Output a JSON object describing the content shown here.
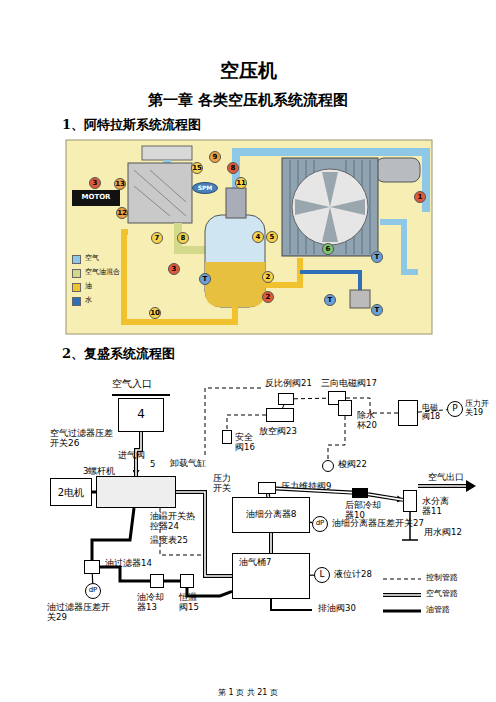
{
  "diagram": {
    "title": "空压机",
    "nodes": [
      {
        "text": [
          "MOTOR"
        ]
      },
      {
        "text": [
          "SPM"
        ]
      },
      {
        "text": [
          "4"
        ]
      },
      {
        "text": [
          "反比例阀21"
        ]
      },
      {
        "text": [
          "三向电磁阀17"
        ]
      },
      {
        "text": [
          "电磁阀18"
        ]
      },
      {
        "text": [
          "P",
          "压力开关19"
        ]
      },
      {
        "text": [
          "放空阀23"
        ]
      },
      {
        "text": [
          "除水杯20"
        ]
      },
      {
        "text": [
          "安全阀16"
        ]
      },
      {
        "text": [
          "梭阀22"
        ]
      },
      {
        "text": [
          "2电机"
        ]
      },
      {
        "text": [
          "3螺杆机"
        ]
      },
      {
        "text": [
          "压力维持阀9"
        ]
      },
      {
        "text": [
          "后部冷却器10"
        ]
      },
      {
        "text": [
          "水分离器11"
        ]
      },
      {
        "text": [
          "油细分离器8"
        ]
      },
      {
        "text": [
          "dP",
          "油细分离器压差开关27"
        ]
      },
      {
        "text": [
          "油过滤器14"
        ]
      },
      {
        "text": [
          "油冷却器13"
        ]
      },
      {
        "text": [
          "恒温阀15"
        ]
      },
      {
        "text": [
          "dP",
          "油过滤器压差开关29"
        ]
      },
      {
        "text": [
          "油气桶7"
        ]
      },
      {
        "text": [
          "L",
          "液位计28"
        ]
      }
    ],
    "edges": [
      {
        "from": 2,
        "to": 12,
        "arrow": "to"
      },
      {
        "from": 11,
        "to": 12,
        "arrow": "none"
      },
      {
        "from": 12,
        "to": 22,
        "arrow": "none"
      },
      {
        "from": 22,
        "to": 16,
        "arrow": "none"
      },
      {
        "from": 16,
        "to": 13,
        "arrow": "none"
      },
      {
        "from": 13,
        "to": 14,
        "arrow": "none"
      },
      {
        "from": 14,
        "to": 15,
        "arrow": "to"
      },
      {
        "from": 22,
        "to": 20,
        "arrow": "none"
      },
      {
        "from": 20,
        "to": 19,
        "arrow": "none"
      },
      {
        "from": 19,
        "to": 18,
        "arrow": "none"
      },
      {
        "from": 18,
        "to": 12,
        "arrow": "none"
      },
      {
        "from": 21,
        "to": 18,
        "arrow": "none"
      },
      {
        "from": 23,
        "to": 22,
        "arrow": "none"
      },
      {
        "from": 17,
        "to": 16,
        "arrow": "none"
      },
      {
        "from": 3,
        "to": 4,
        "arrow": "none"
      },
      {
        "from": 4,
        "to": 5,
        "arrow": "none"
      },
      {
        "from": 5,
        "to": 6,
        "arrow": "none"
      },
      {
        "from": 3,
        "to": 7,
        "arrow": "none"
      },
      {
        "from": 8,
        "to": 10,
        "arrow": "none"
      },
      {
        "from": 7,
        "to": 9,
        "arrow": "none"
      }
    ],
    "labels": [
      "第一章 各类空压机系统流程图",
      "1、阿特拉斯系统流程图",
      "9",
      "15",
      "8",
      "11",
      "3",
      "13",
      "12",
      "7",
      "8",
      "4",
      "5",
      "6",
      "3",
      "2",
      "2",
      "10",
      "1",
      "T",
      "T",
      "T",
      "T",
      "2、复盛系统流程图",
      "空气入口",
      "空气过滤器压差开关26",
      "进气阀",
      "5",
      "卸载气缸",
      "压力开关",
      "空气出口",
      "油温开关热控器24",
      "温度表25",
      "用水阀12",
      "排油阀30",
      "第 1 页 共 21 页"
    ],
    "legend": [
      {
        "text": "空气",
        "color": "#8ec8e6"
      },
      {
        "text": "空气油混合",
        "color": "#d2d98a"
      },
      {
        "text": "油",
        "color": "#f2c12e"
      },
      {
        "text": "水",
        "color": "#2f6fb8"
      },
      {
        "text": "控制管路"
      },
      {
        "text": "空气管路"
      },
      {
        "text": "油管路"
      }
    ]
  }
}
